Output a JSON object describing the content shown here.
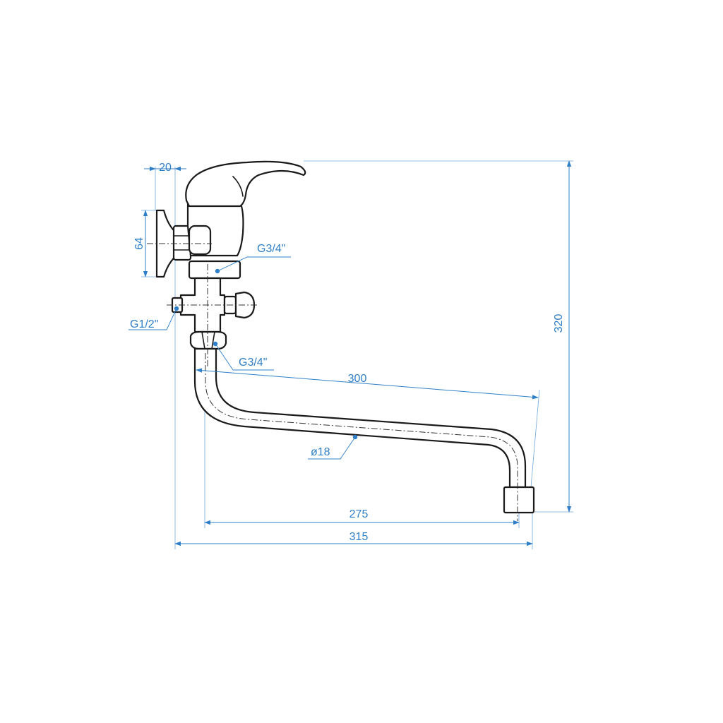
{
  "dimensions": {
    "wall_offset": "20",
    "flange_height": "64",
    "total_height": "320",
    "spout_length": "300",
    "spout_reach": "275",
    "total_width": "315",
    "spout_diameter": "ø18"
  },
  "threads": {
    "upper_connection": "G3/4\"",
    "side_inlet": "G1/2\"",
    "lower_connection": "G3/4\""
  },
  "colors": {
    "dimension": "#2f7fc8",
    "outline": "#1a1a1a",
    "background": "#ffffff"
  }
}
